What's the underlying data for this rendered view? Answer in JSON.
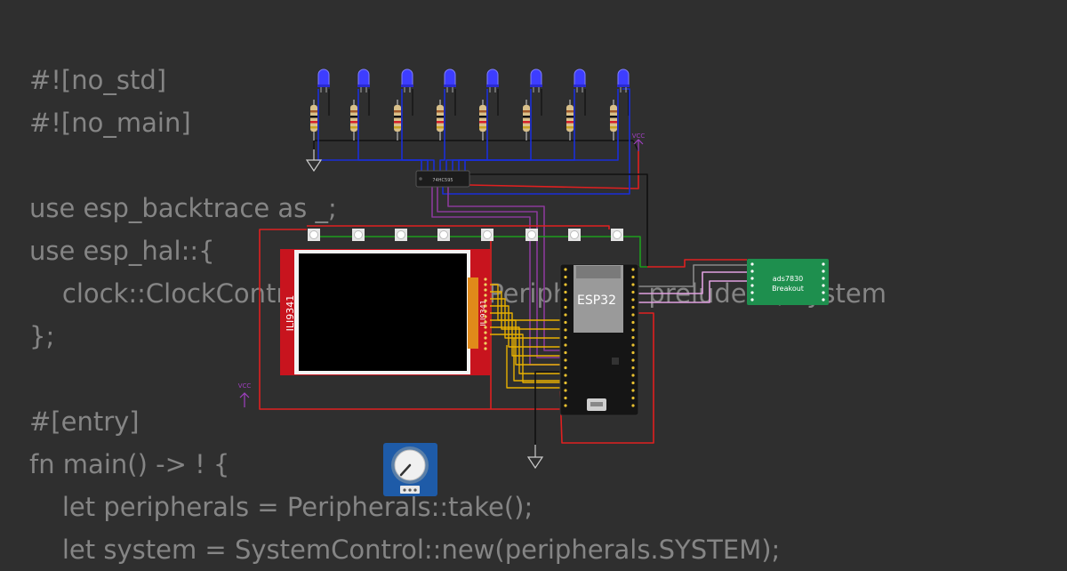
{
  "code": {
    "lines": [
      "#![no_std]",
      "#![no_main]",
      "",
      "use esp_backtrace as _;",
      "use esp_hal::{",
      "    clock::ClockControl, peripherals::Peripherals, prelude::*, system",
      "};",
      "",
      "#[entry]",
      "fn main() -> ! {",
      "    let peripherals = Peripherals::take();",
      "    let system = SystemControl::new(peripherals.SYSTEM);"
    ]
  },
  "circuit": {
    "leds": {
      "count": 8,
      "color": "#3d3dff"
    },
    "resistors": {
      "count": 8
    },
    "neopixels": {
      "count": 8
    },
    "display": {
      "label": "ILI9341",
      "side_label": "ILI9341"
    },
    "mcu": {
      "label": "ESP32"
    },
    "adc": {
      "label_line1": "ads7830",
      "label_line2": "Breakout",
      "color": "#1e8f4e"
    },
    "shift_register": {
      "label": "74HC595"
    },
    "vcc_label_1": "VCC",
    "vcc_label_2": "VCC",
    "potentiometer": {}
  },
  "colors": {
    "background": "#2f2f2f",
    "code_text": "#858585",
    "wire_red": "#e02020",
    "wire_black": "#111111",
    "wire_blue": "#1a2fd8",
    "wire_green": "#1e9e1e",
    "wire_purple": "#8a3a9a",
    "wire_yellow": "#e8b000",
    "wire_pink": "#e0a0e0",
    "wire_gray": "#888888"
  }
}
